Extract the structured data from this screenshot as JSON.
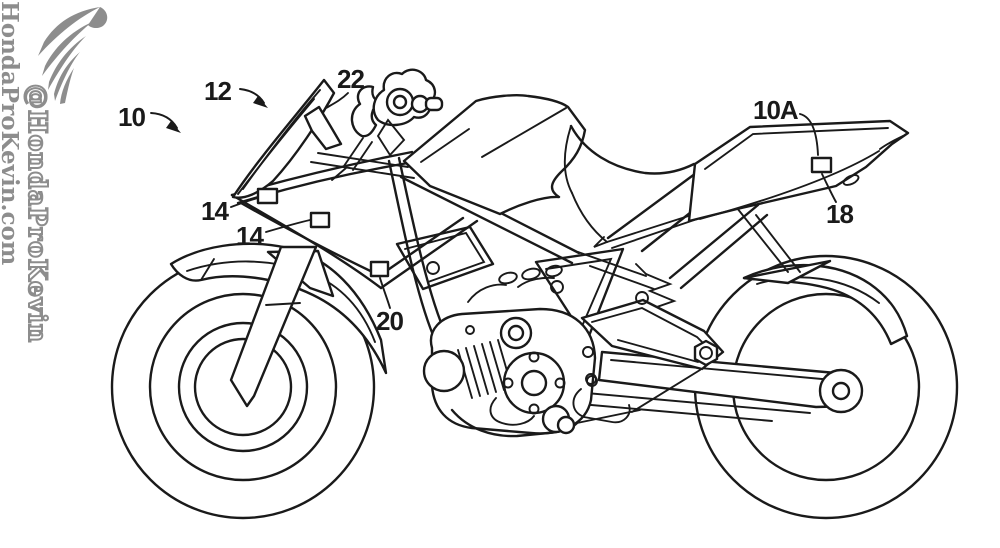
{
  "page": {
    "background_color": "#ffffff"
  },
  "css_vars": {
    "--line-color": "#1a1a1a",
    "--wm-color": "#8d8d8d"
  },
  "watermark": {
    "site": "HondaProKevin.com",
    "handle": "@HondaProKevin",
    "color": "#8d8d8d",
    "logo_icon": "honda-wing-icon"
  },
  "figure": {
    "type": "patent-line-drawing",
    "subject": "Honda motorcycle side-view patent drawing with reference numerals and sensor boxes",
    "line_color": "#1a1a1a",
    "labels": [
      {
        "text": "10"
      },
      {
        "text": "12"
      },
      {
        "text": "22"
      },
      {
        "text": "14"
      },
      {
        "text": "14"
      },
      {
        "text": "20"
      },
      {
        "text": "10A"
      },
      {
        "text": "18"
      }
    ]
  }
}
